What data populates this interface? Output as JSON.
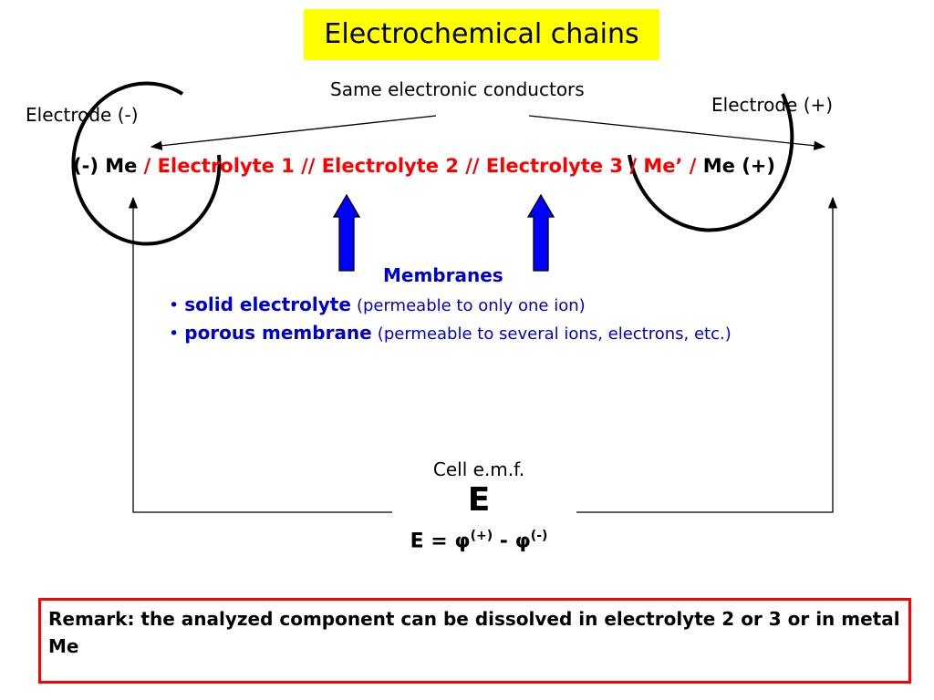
{
  "title": "Electrochemical chains",
  "same_conductors": "Same electronic conductors",
  "electrode_neg": "Electrode (-)",
  "electrode_pos": "Electrode (+)",
  "chain": {
    "left": "(-) Me",
    "mid": " / Electrolyte 1 // Electrolyte 2 // Electrolyte 3 / Me’ / ",
    "right": "Me (+)"
  },
  "membranes": {
    "heading": "Membranes",
    "items": [
      {
        "head": "solid electrolyte",
        "desc": "(permeable to only one ion)"
      },
      {
        "head": "porous membrane",
        "desc": "(permeable to several ions, electrons, etc.)"
      }
    ]
  },
  "emf": {
    "label": "Cell e.m.f.",
    "symbol": "E",
    "formula_lhs": "E = ",
    "phi": "φ",
    "sup_pos": "(+)",
    "minus": " - ",
    "sup_neg": "(-)"
  },
  "remark": "Remark: the analyzed component can be dissolved in electrolyte 2 or 3 or in metal Me",
  "colors": {
    "title_bg": "#ffff00",
    "red": "#ff0000",
    "blue": "#0000cc",
    "arrow_fill": "#0000ff"
  }
}
